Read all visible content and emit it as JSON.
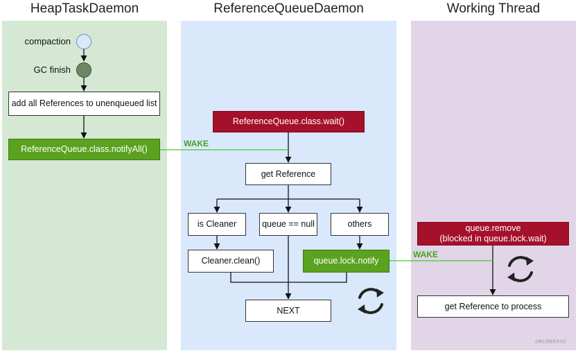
{
  "lanes": {
    "heap": {
      "title": "HeapTaskDaemon",
      "color": "#d5e8d4"
    },
    "refq": {
      "title": "ReferenceQueueDaemon",
      "color": "#dae8fc"
    },
    "worker": {
      "title": "Working Thread",
      "color": "#e1d5e7"
    }
  },
  "heap": {
    "compaction": "compaction",
    "gc_finish": "GC finish",
    "add_refs": "add all References to unenqueued list",
    "notify_all": "ReferenceQueue.class.notifyAll()"
  },
  "refq": {
    "wait": "ReferenceQueue.class.wait()",
    "get_reference": "get Reference",
    "is_cleaner": "is Cleaner",
    "queue_null": "queue == null",
    "others": "others",
    "cleaner_clean": "Cleaner.clean()",
    "lock_notify": "queue.lock.notify",
    "next": "NEXT"
  },
  "worker": {
    "queue_remove": "queue.remove\n(blocked in queue.lock.wait)",
    "get_ref_process": "get Reference to process"
  },
  "wake_labels": {
    "wake_1": "WAKE",
    "wake_2": "WAKE"
  },
  "colors": {
    "green": "#5aa21f",
    "red": "#a5102a",
    "wake_line": "#44cc33",
    "compaction_fill": "#dae8fc",
    "gc_finish_fill": "#6d8764"
  },
  "icons": {
    "refq_loop": "refresh-icon",
    "worker_loop": "refresh-icon"
  },
  "watermark": "@稀土掘金技术社区"
}
